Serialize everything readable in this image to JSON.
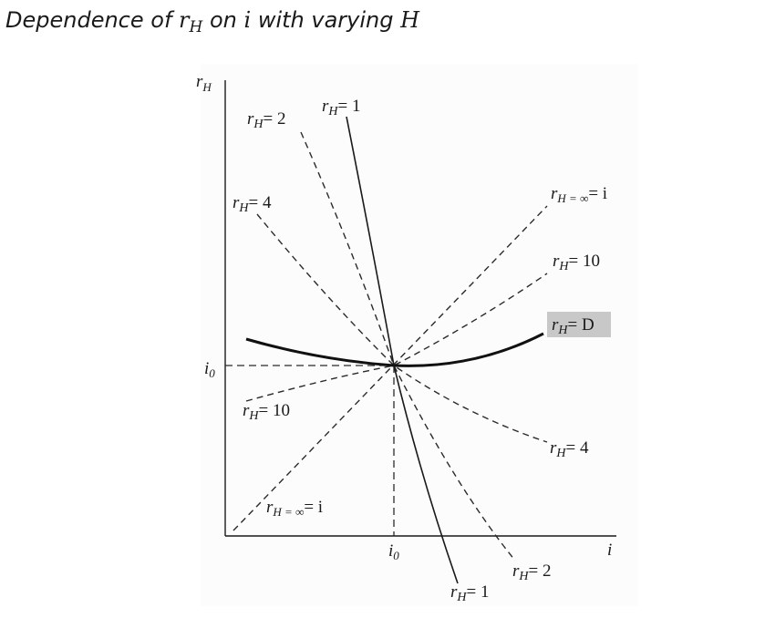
{
  "title": {
    "prefix": "Dependence of ",
    "var": "r",
    "var_sub": "H",
    "middle": " on ",
    "var2": "i",
    "suffix": " with varying ",
    "var3": "H"
  },
  "axes": {
    "y_label": "r",
    "y_label_sub": "H",
    "x_label": "i",
    "x_tick": "i",
    "x_tick_sub": "0",
    "y_tick": "i",
    "y_tick_sub": "0"
  },
  "curves": {
    "h1_top": {
      "var": "r",
      "sub": "H",
      "eq": "= 1"
    },
    "h2_top": {
      "var": "r",
      "sub": "H",
      "eq": "= 2"
    },
    "h4_top": {
      "var": "r",
      "sub": "H",
      "eq": "= 4"
    },
    "hinf_top": {
      "var": "r",
      "sub": "H = ∞",
      "eq": "= i"
    },
    "h10_top": {
      "var": "r",
      "sub": "H",
      "eq": "= 10"
    },
    "hd": {
      "var": "r",
      "sub": "H",
      "eq": "= D"
    },
    "h10_bottom": {
      "var": "r",
      "sub": "H",
      "eq": "= 10"
    },
    "h4_bottom": {
      "var": "r",
      "sub": "H",
      "eq": "= 4"
    },
    "hinf_bottom": {
      "var": "r",
      "sub": "H = ∞",
      "eq": "= i"
    },
    "h2_bottom": {
      "var": "r",
      "sub": "H",
      "eq": "= 2"
    },
    "h1_bottom": {
      "var": "r",
      "sub": "H",
      "eq": "= 1"
    }
  },
  "colors": {
    "ink": "#1a1a1a",
    "label_box": "#c8c8c8"
  }
}
